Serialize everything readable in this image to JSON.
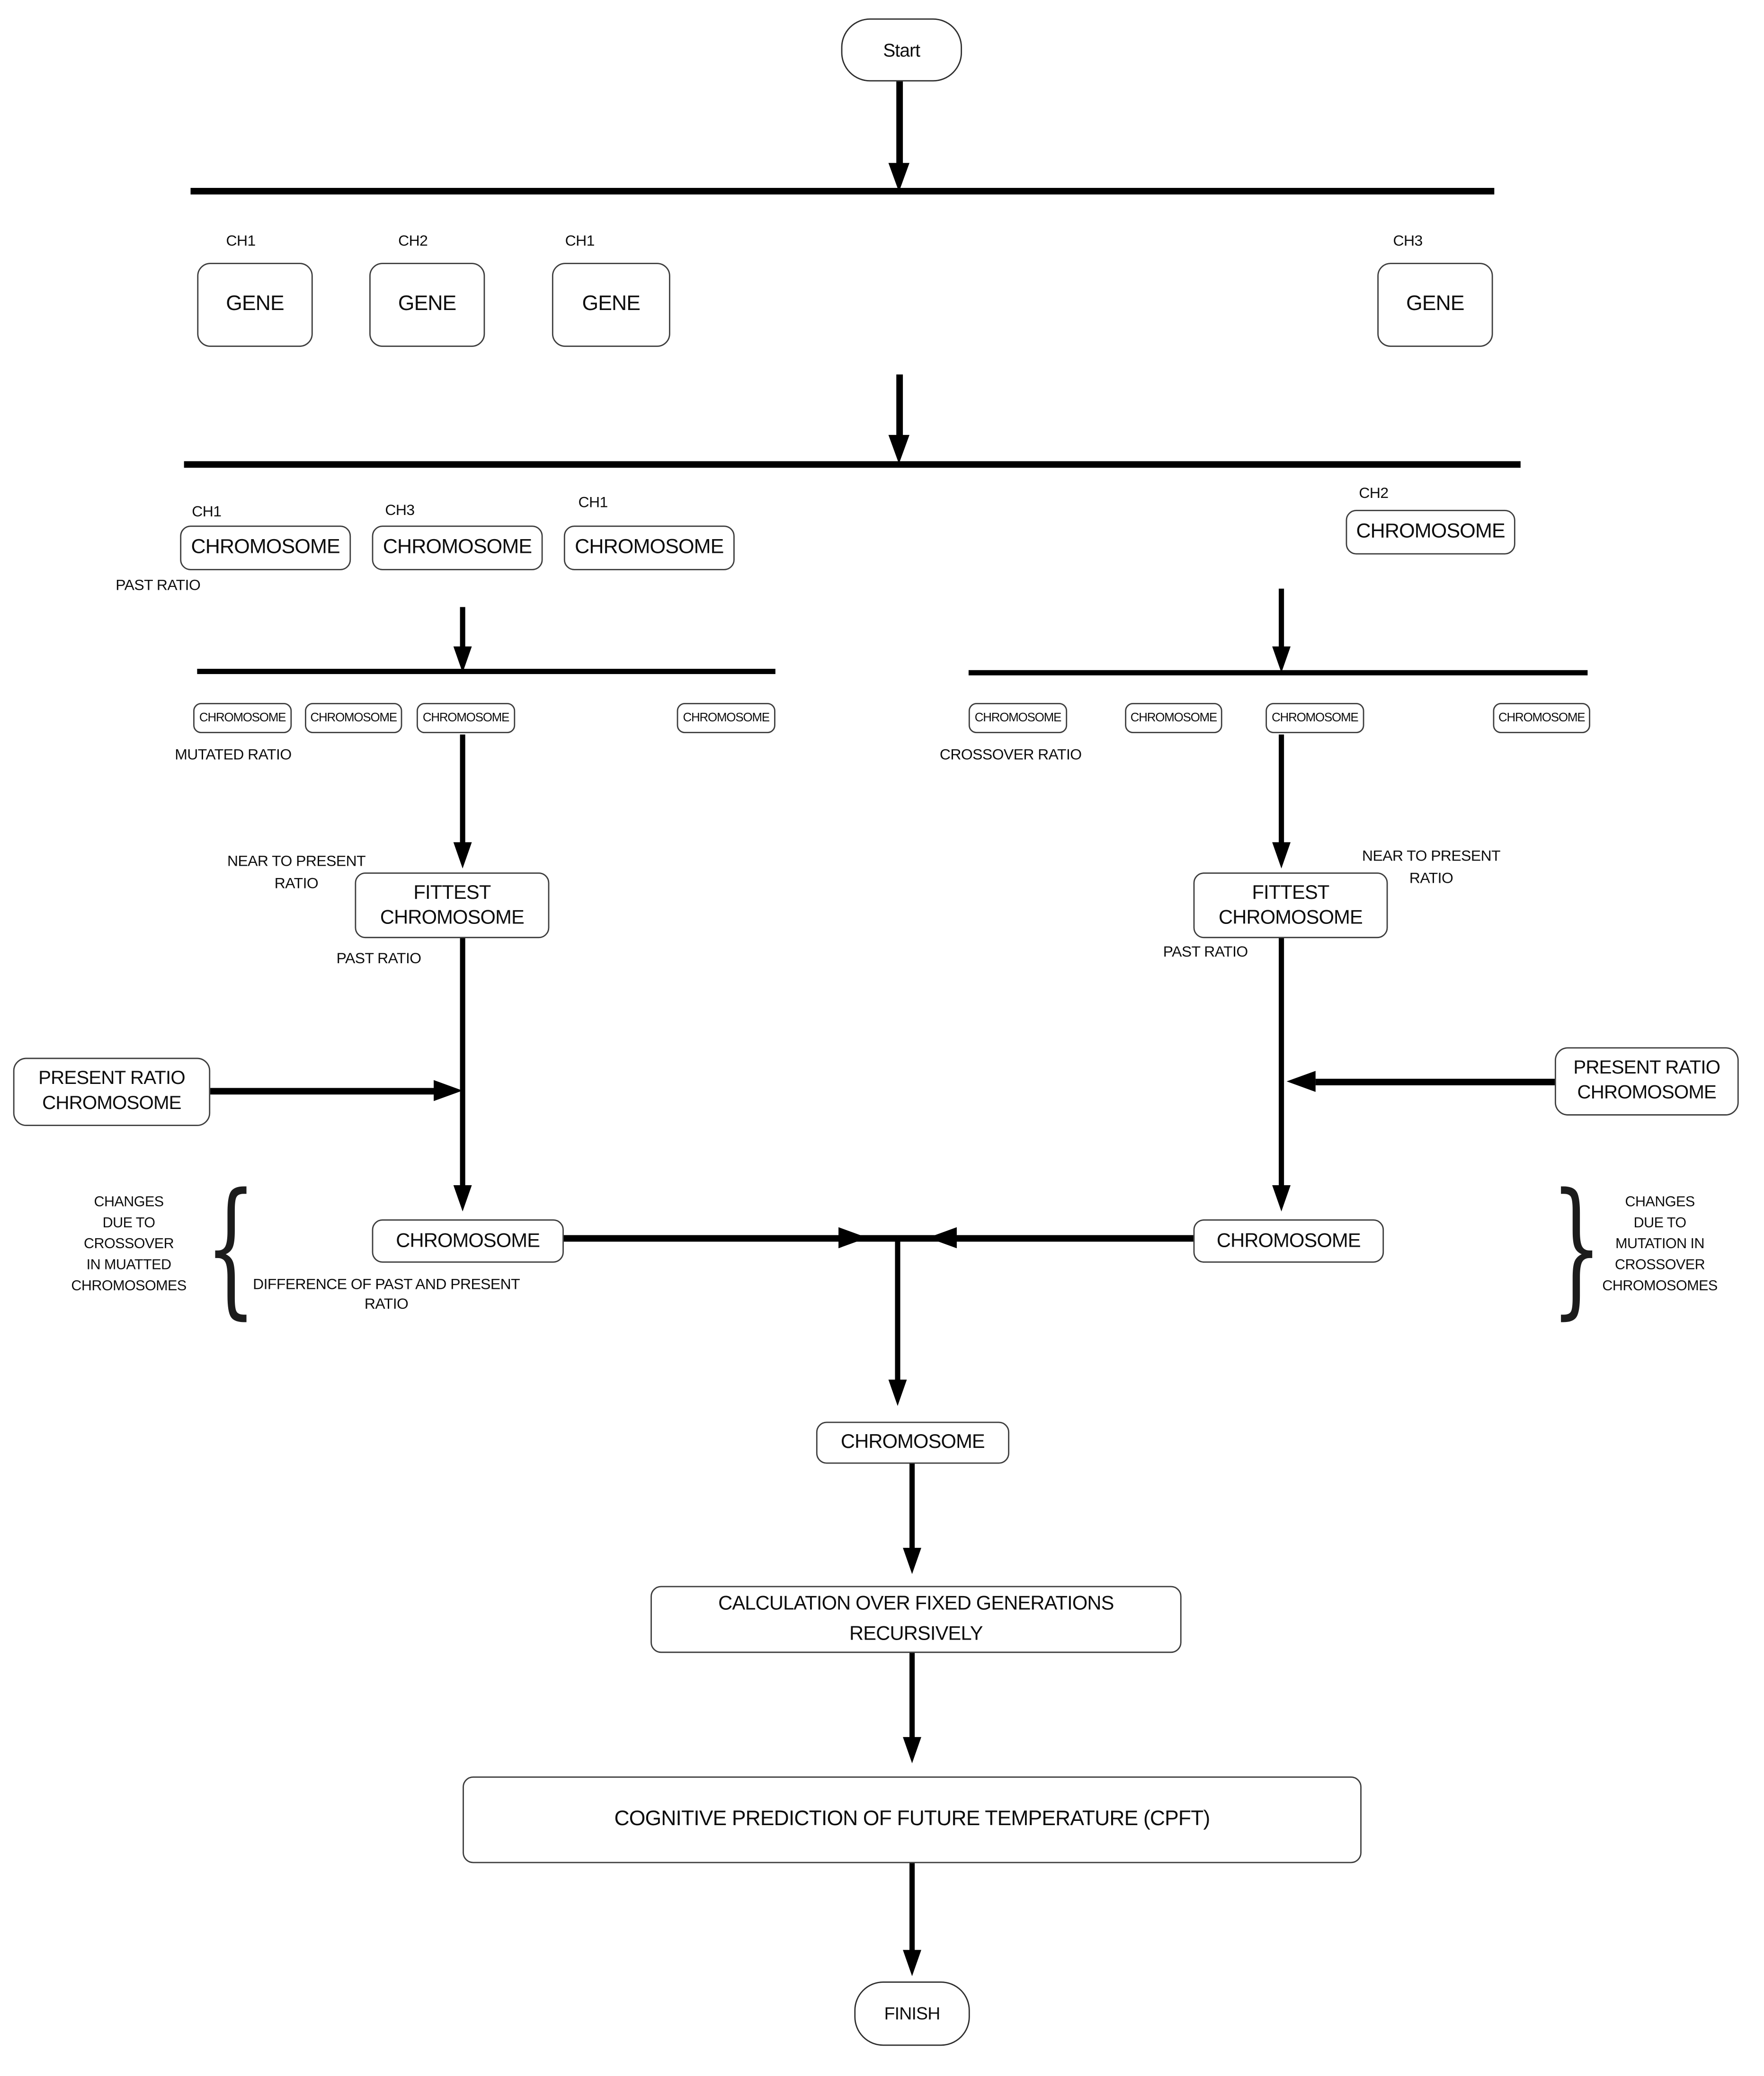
{
  "colors": {
    "background": "#ffffff",
    "line": "#000000",
    "box_border": "#3d3d3d",
    "text": "#0d0d0d"
  },
  "flow": {
    "start_label": "Start",
    "finish_label": "FINISH",
    "gene_row": {
      "items": [
        {
          "ch": "CH1",
          "label": "GENE"
        },
        {
          "ch": "CH2",
          "label": "GENE"
        },
        {
          "ch": "CH1",
          "label": "GENE"
        },
        {
          "ch": "CH3",
          "label": "GENE"
        }
      ]
    },
    "chromosome_row": {
      "past_ratio_label": "PAST RATIO",
      "items": [
        {
          "ch": "CH1",
          "label": "CHROMOSOME"
        },
        {
          "ch": "CH3",
          "label": "CHROMOSOME"
        },
        {
          "ch": "CH1",
          "label": "CHROMOSOME"
        },
        {
          "ch": "CH2",
          "label": "CHROMOSOME"
        }
      ]
    },
    "mutation_branch": {
      "pool": [
        "CHROMOSOME",
        "CHROMOSOME",
        "CHROMOSOME",
        "CHROMOSOME"
      ],
      "ratio_label": "MUTATED RATIO",
      "near_to_present_label": "NEAR TO PRESENT\nRATIO",
      "fittest_label": "FITTEST\nCHROMOSOME",
      "past_ratio_label": "PAST RATIO",
      "present_ratio_box": "PRESENT RATIO\nCHROMOSOME",
      "result_label": "CHROMOSOME",
      "brace": "{",
      "annotation": "CHANGES\nDUE TO\nCROSSOVER\nIN MUATTED\nCHROMOSOMES",
      "difference_label": "DIFFERENCE OF PAST AND PRESENT\nRATIO"
    },
    "crossover_branch": {
      "pool": [
        "CHROMOSOME",
        "CHROMOSOME",
        "CHROMOSOME",
        "CHROMOSOME"
      ],
      "ratio_label": "CROSSOVER RATIO",
      "near_to_present_label": "NEAR TO PRESENT\nRATIO",
      "fittest_label": "FITTEST\nCHROMOSOME",
      "past_ratio_label": "PAST RATIO",
      "present_ratio_box": "PRESENT RATIO\nCHROMOSOME",
      "result_label": "CHROMOSOME",
      "brace": "}",
      "annotation": "CHANGES\nDUE TO\nMUTATION IN\nCROSSOVER\nCHROMOSOMES"
    },
    "merge": {
      "chromosome_label": "CHROMOSOME",
      "calculation_label": "CALCULATION OVER FIXED GENERATIONS\nRECURSIVELY",
      "cpft_label": "COGNITIVE PREDICTION OF FUTURE TEMPERATURE (CPFT)"
    }
  }
}
